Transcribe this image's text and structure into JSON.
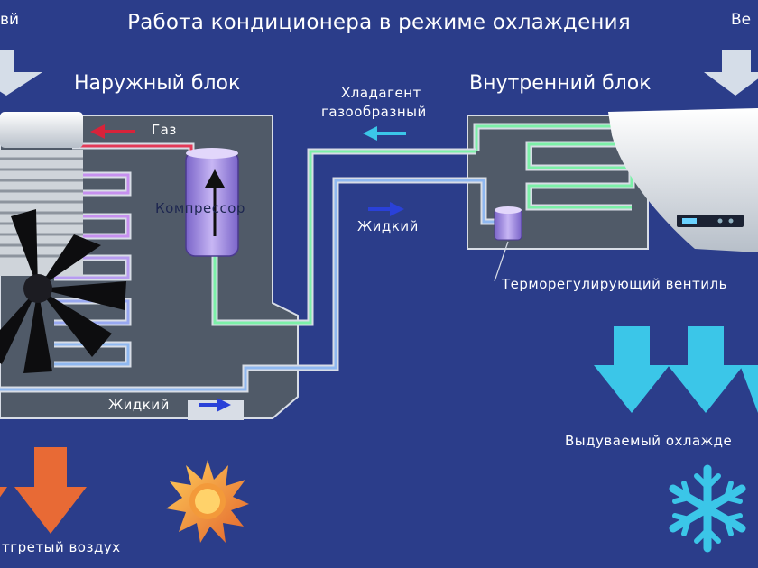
{
  "title": "Работа кондиционера в режиме охлаждения",
  "outdoor_unit": {
    "label": "Наружный блок",
    "gas_label": "Газ",
    "compressor_label": "Компрессор",
    "liquid_label": "Жидкий",
    "top_left_fragment": "вй",
    "bottom_label_fragment": "тгретый воздух"
  },
  "indoor_unit": {
    "label": "Внутренний блок",
    "top_right_fragment": "Ве",
    "valve_label": "Терморегулирующий вентиль",
    "blown_label_fragment": "Выдуваемый охлажде"
  },
  "pipe_labels": {
    "gas_line1": "Хладагент",
    "gas_line2": "газообразный",
    "liquid": "Жидкий"
  },
  "colors": {
    "background": "#2b3d8a",
    "unit_panel": "#505a68",
    "gas_pipe": "#7cf0a8",
    "liquid_pipe": "#8fb8f0",
    "hot_arrow": "#e86a35",
    "cold_arrow": "#3bc6e8",
    "coil_purple": "#c690ef",
    "gas_arrow": "#d8233a"
  },
  "icons": [
    "sun-icon",
    "snowflake-icon",
    "fan-icon",
    "compressor-icon"
  ]
}
